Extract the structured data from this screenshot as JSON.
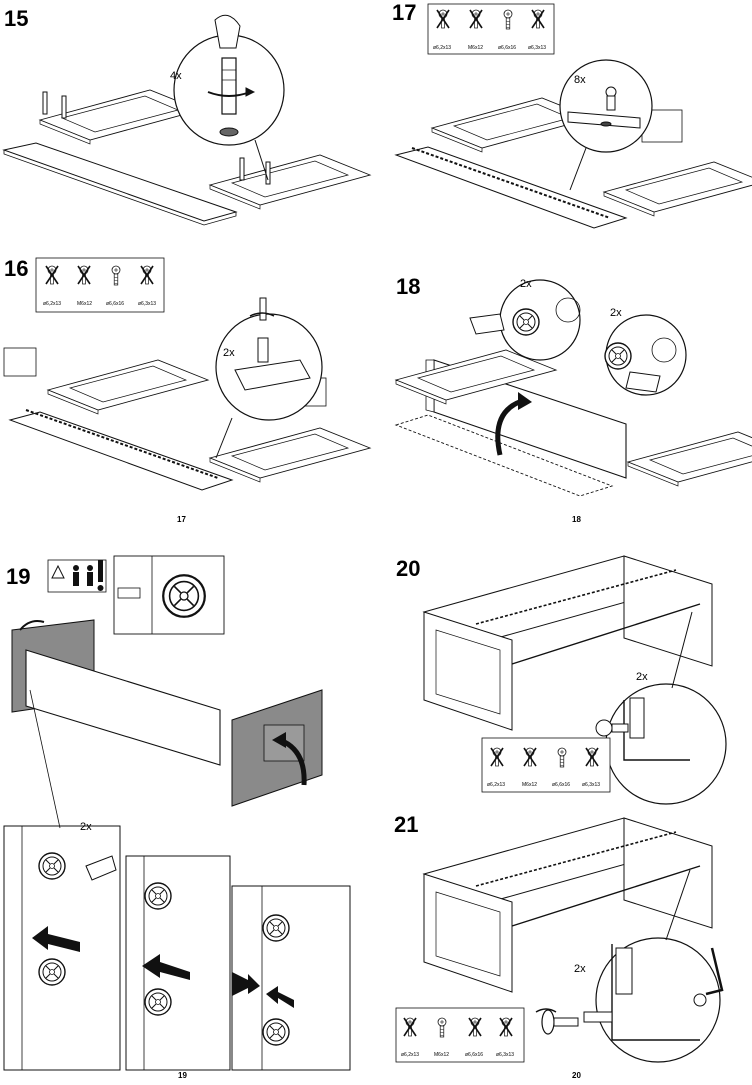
{
  "steps": [
    {
      "number": "15",
      "qty": "4x"
    },
    {
      "number": "16",
      "qty": "2x"
    },
    {
      "number": "17",
      "qty": "8x"
    },
    {
      "number": "18",
      "qty_left": "2x",
      "qty_right": "2x"
    },
    {
      "number": "19",
      "qty": "2x"
    },
    {
      "number": "20",
      "qty": "2x"
    },
    {
      "number": "21",
      "qty": "2x"
    }
  ],
  "screw_legend": [
    "ø6,2x13",
    "M6x12",
    "ø6,6x16",
    "ø6,3x13"
  ],
  "page_numbers": {
    "top_left": "17",
    "top_right": "18",
    "bottom_left": "19",
    "bottom_right": "20"
  }
}
